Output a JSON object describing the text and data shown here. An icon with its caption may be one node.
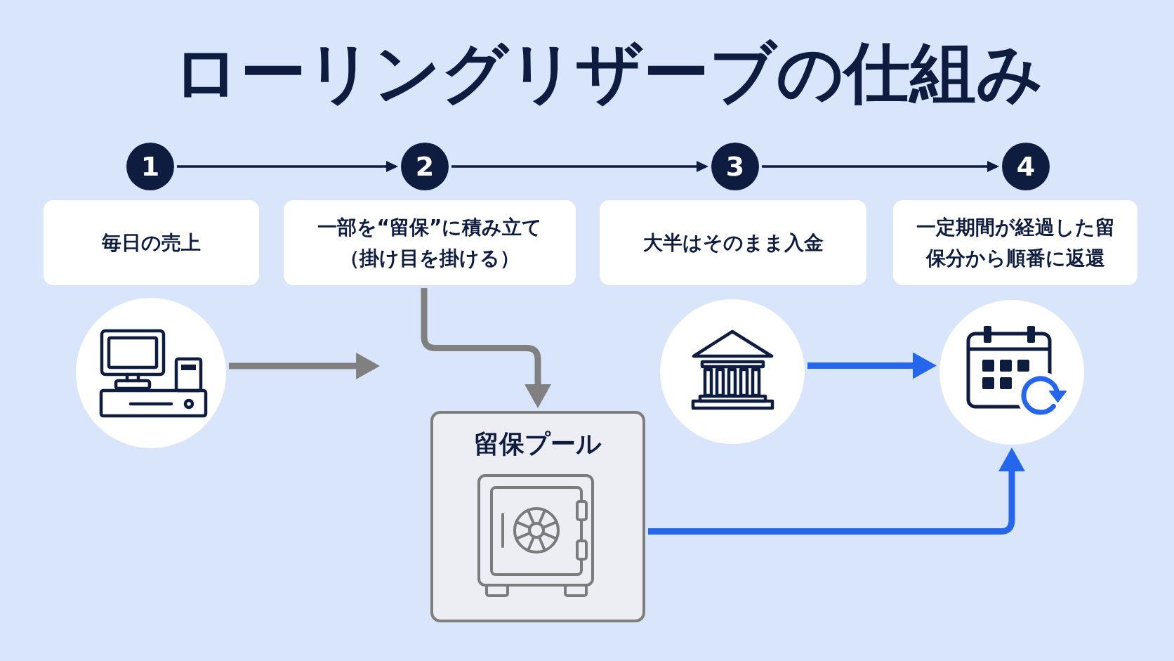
{
  "diagram": {
    "title": "ローリングリザーブの仕組み",
    "nodes": [
      {
        "text": [
          "1"
        ]
      },
      {
        "text": [
          "2"
        ]
      },
      {
        "text": [
          "3"
        ]
      },
      {
        "text": [
          "4"
        ]
      },
      {
        "text": [
          "毎日の売上"
        ]
      },
      {
        "text": [
          "一部を“留保”に積み立て（掛け目を掛ける）"
        ]
      },
      {
        "text": [
          "大半はそのまま入金"
        ]
      },
      {
        "text": [
          "一定期間が経過した留保分から順番に返還"
        ]
      },
      {
        "text": [],
        "shape": "picture"
      },
      {
        "text": [],
        "shape": "picture"
      },
      {
        "text": [],
        "shape": "picture"
      },
      {
        "text": [
          "留保プール"
        ]
      }
    ],
    "edges": [
      {
        "from": 0,
        "to": 1,
        "arrow": "to"
      },
      {
        "from": 1,
        "to": 2,
        "arrow": "to"
      },
      {
        "from": 2,
        "to": 3,
        "arrow": "to"
      },
      {
        "from": 8,
        "to": null,
        "arrow": "to",
        "color": "#808080"
      },
      {
        "from": 5,
        "to": 11,
        "arrow": "to",
        "color": "#808080"
      },
      {
        "from": 9,
        "to": 10,
        "arrow": "to",
        "color": "#2566ee"
      },
      {
        "from": 11,
        "to": 10,
        "arrow": "to",
        "color": "#2566ee"
      }
    ]
  }
}
